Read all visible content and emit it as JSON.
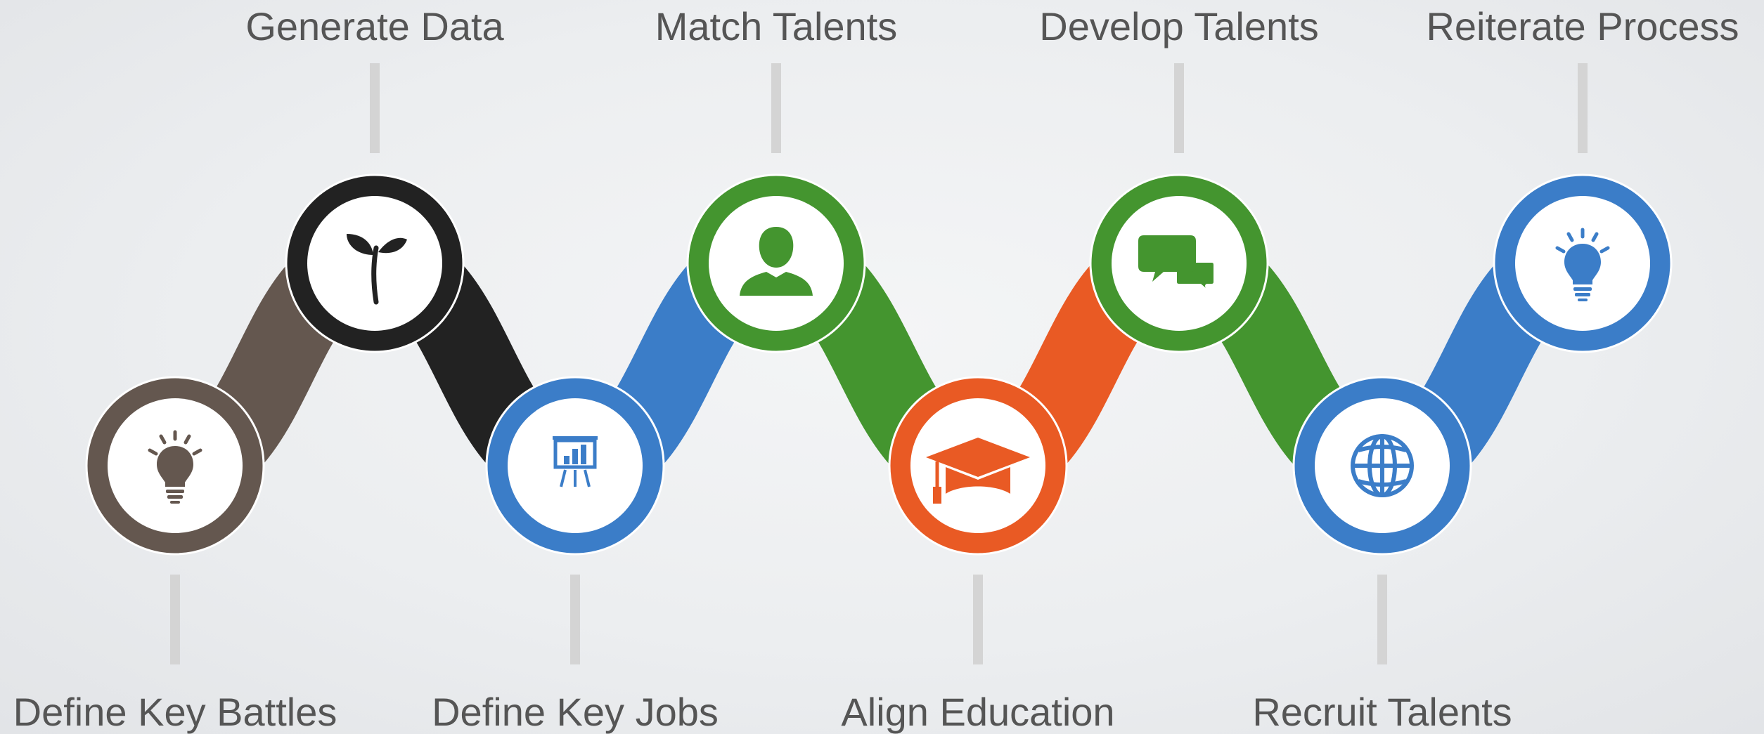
{
  "steps": [
    {
      "label": "Define Key Battles",
      "color": "#64574f",
      "icon": "lightbulb-icon",
      "row": "bottom"
    },
    {
      "label": "Generate Data",
      "color": "#222222",
      "icon": "sprout-icon",
      "row": "top"
    },
    {
      "label": "Define Key Jobs",
      "color": "#3b7dc8",
      "icon": "presentation-chart-icon",
      "row": "bottom"
    },
    {
      "label": "Match Talents",
      "color": "#44952f",
      "icon": "user-icon",
      "row": "top"
    },
    {
      "label": "Align Education",
      "color": "#e95a24",
      "icon": "graduation-cap-icon",
      "row": "bottom"
    },
    {
      "label": "Develop Talents",
      "color": "#44952f",
      "icon": "chat-bubbles-icon",
      "row": "top"
    },
    {
      "label": "Recruit Talents",
      "color": "#3b7dc8",
      "icon": "globe-icon",
      "row": "bottom"
    },
    {
      "label": "Reiterate Process",
      "color": "#3b7dc8",
      "icon": "lightbulb-icon",
      "row": "top"
    }
  ],
  "colors": {
    "connector": "#d4d4d4",
    "label_text": "#555555",
    "ring_fill": "#ffffff"
  }
}
